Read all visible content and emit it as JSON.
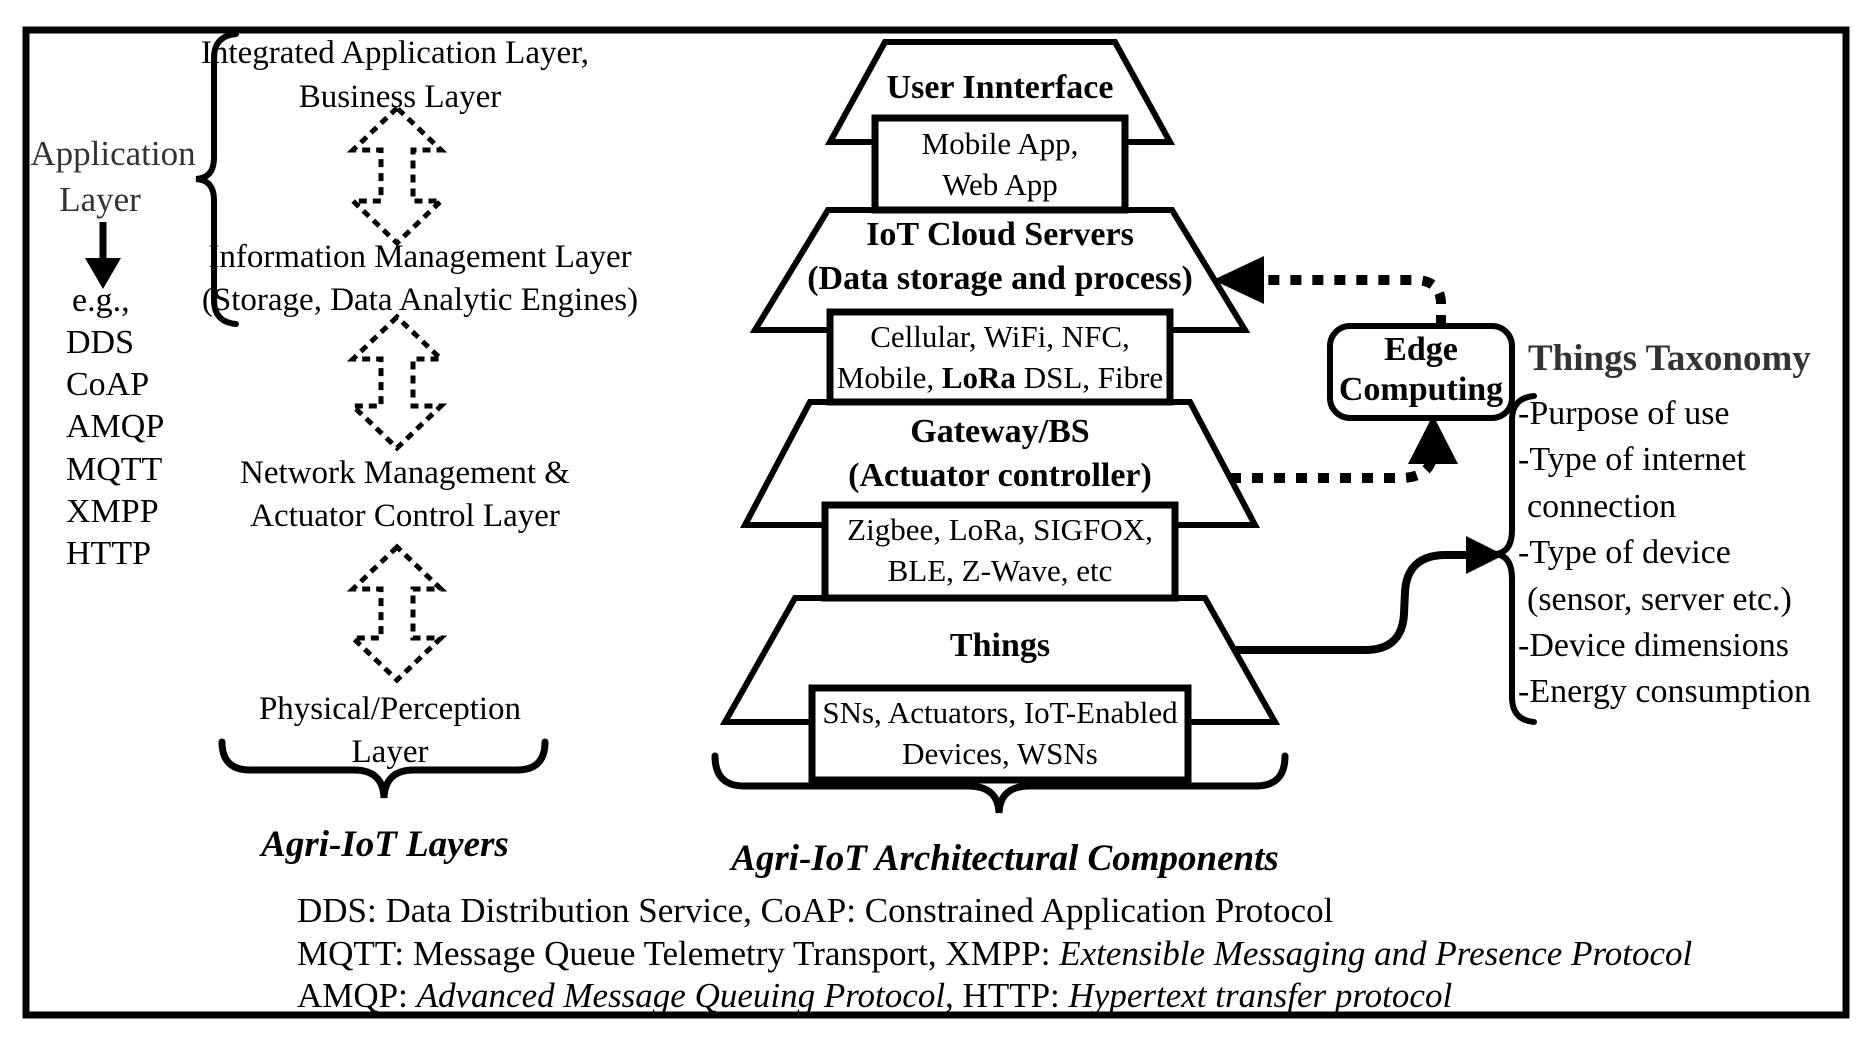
{
  "colors": {
    "ink": "#000000",
    "muted_heading": "#333333",
    "background": "#ffffff"
  },
  "left_panel": {
    "group_label_line1": "Application",
    "group_label_line2": "Layer",
    "examples_label": "e.g.,",
    "protocols": [
      "DDS",
      "CoAP",
      "AMQP",
      "MQTT",
      "XMPP",
      "HTTP"
    ],
    "layers": {
      "top_line1": "Integrated Application Layer,",
      "top_line2": "Business Layer",
      "info_line1": "Information Management Layer",
      "info_line2": "(Storage, Data Analytic Engines)",
      "network_line1": "Network Management &",
      "network_line2": "Actuator Control Layer",
      "physical_line1": "Physical/Perception",
      "physical_line2": "Layer"
    },
    "section_label": "Agri-IoT Layers"
  },
  "pyramid": {
    "user_interface": {
      "title": "User Innterface",
      "box_line1": "Mobile App,",
      "box_line2": "Web App"
    },
    "cloud": {
      "title_line1": "IoT Cloud Servers",
      "title_line2": "(Data storage and process)",
      "box_line1": "Cellular, WiFi, NFC,",
      "box_line2_pre": "Mobile, ",
      "box_line2_bold": "LoRa",
      "box_line2_post": " DSL, Fibre"
    },
    "gateway": {
      "title_line1": "Gateway/BS",
      "title_line2": "(Actuator controller)",
      "box_line1": "Zigbee, LoRa, SIGFOX,",
      "box_line2": "BLE, Z-Wave, etc"
    },
    "things": {
      "title": "Things",
      "box_line1": "SNs, Actuators, IoT-Enabled",
      "box_line2": "Devices, WSNs"
    },
    "section_label": "Agri-IoT Architectural Components"
  },
  "edge_computing": {
    "line1": "Edge",
    "line2": "Computing"
  },
  "taxonomy": {
    "title": "Things Taxonomy",
    "lines": [
      "-Purpose of use",
      "-Type of internet",
      "connection",
      "-Type of device",
      "(sensor, server etc.)",
      "-Device dimensions",
      "-Energy consumption"
    ]
  },
  "definitions": {
    "line1": "DDS: Data Distribution Service, CoAP: Constrained Application Protocol",
    "line2_pre": "MQTT: Message Queue Telemetry Transport, XMPP: ",
    "line2_italic": "Extensible Messaging and Presence Protocol",
    "line3_pre": "AMQP: ",
    "line3_italic1": "Advanced Message Queuing Protocol",
    "line3_mid": ", HTTP: ",
    "line3_italic2": "Hypertext transfer protocol"
  }
}
